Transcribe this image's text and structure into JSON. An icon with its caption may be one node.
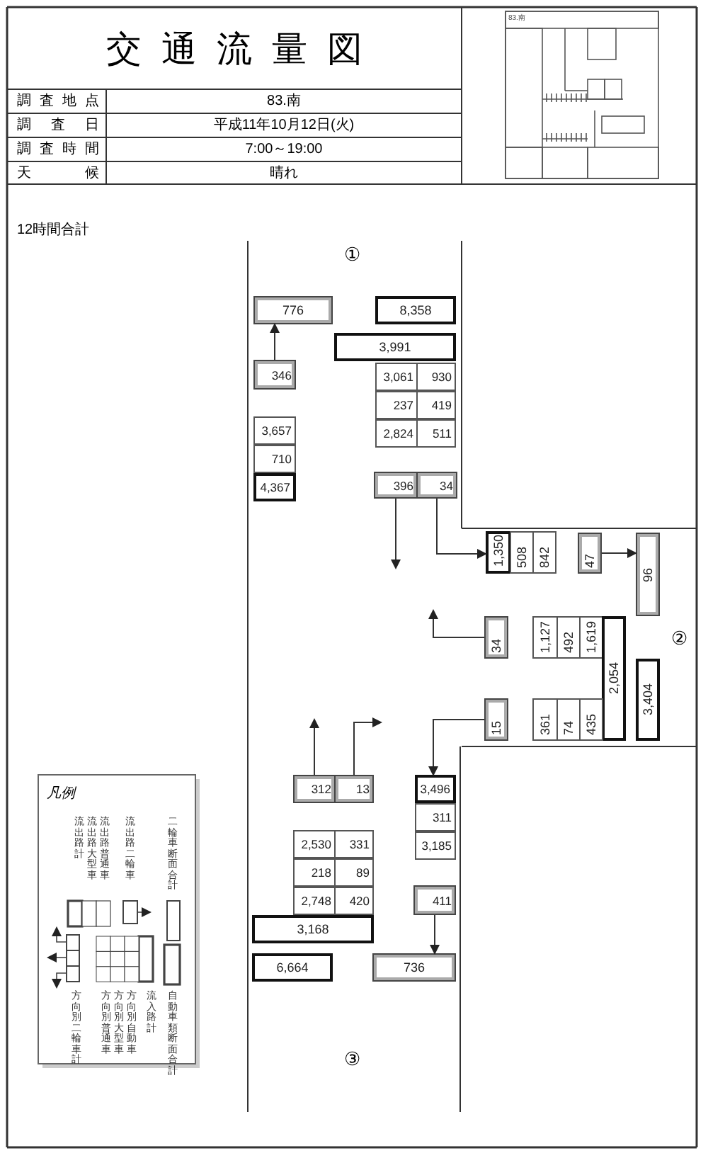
{
  "diagram": {
    "title": "交通流量図",
    "nodes": [
      {
        "text": [
          "776"
        ]
      },
      {
        "text": [
          "8,358"
        ]
      },
      {
        "text": [
          "3,991"
        ]
      },
      {
        "text": [
          "346"
        ]
      },
      {
        "text": [
          "3,061"
        ]
      },
      {
        "text": [
          "930"
        ]
      },
      {
        "text": [
          "237"
        ]
      },
      {
        "text": [
          "419"
        ]
      },
      {
        "text": [
          "2,824"
        ]
      },
      {
        "text": [
          "511"
        ]
      },
      {
        "text": [
          "3,657"
        ]
      },
      {
        "text": [
          "710"
        ]
      },
      {
        "text": [
          "4,367"
        ]
      },
      {
        "text": [
          "396"
        ]
      },
      {
        "text": [
          "34"
        ]
      },
      {
        "text": [
          "1,350"
        ]
      },
      {
        "text": [
          "508"
        ]
      },
      {
        "text": [
          "842"
        ]
      },
      {
        "text": [
          "47"
        ]
      },
      {
        "text": [
          "96"
        ]
      },
      {
        "text": [
          "34"
        ]
      },
      {
        "text": [
          "1,127"
        ]
      },
      {
        "text": [
          "492"
        ]
      },
      {
        "text": [
          "1,619"
        ]
      },
      {
        "text": [
          "2,054"
        ]
      },
      {
        "text": [
          "3,404"
        ]
      },
      {
        "text": [
          "15"
        ]
      },
      {
        "text": [
          "361"
        ]
      },
      {
        "text": [
          "74"
        ]
      },
      {
        "text": [
          "435"
        ]
      },
      {
        "text": [
          "312"
        ]
      },
      {
        "text": [
          "13"
        ]
      },
      {
        "text": [
          "3,496"
        ]
      },
      {
        "text": [
          "311"
        ]
      },
      {
        "text": [
          "3,185"
        ]
      },
      {
        "text": [
          "2,530"
        ]
      },
      {
        "text": [
          "331"
        ]
      },
      {
        "text": [
          "218"
        ]
      },
      {
        "text": [
          "89"
        ]
      },
      {
        "text": [
          "2,748"
        ]
      },
      {
        "text": [
          "420"
        ]
      },
      {
        "text": [
          "411"
        ]
      },
      {
        "text": [
          "3,168"
        ]
      },
      {
        "text": [
          "6,664"
        ]
      },
      {
        "text": [
          "736"
        ]
      }
    ],
    "edges": [
      {
        "from": 3,
        "to": 0,
        "arrow": "to"
      },
      {
        "from": 13,
        "to": null,
        "arrow": "to"
      },
      {
        "from": 14,
        "to": 15,
        "arrow": "to"
      },
      {
        "from": 18,
        "to": 19,
        "arrow": "to"
      },
      {
        "from": 20,
        "to": null,
        "arrow": "to"
      },
      {
        "from": 26,
        "to": 32,
        "arrow": "to"
      },
      {
        "from": 30,
        "to": null,
        "arrow": "to"
      },
      {
        "from": 31,
        "to": null,
        "arrow": "to"
      },
      {
        "from": 41,
        "to": 44,
        "arrow": "to"
      }
    ],
    "labels": [
      "調査地点",
      "83.南",
      "調査日",
      "平成11年10月12日(火)",
      "調査時間",
      "7:00～19:00",
      "天候",
      "晴れ",
      "83.南",
      "12時間合計",
      "①",
      "②",
      "③",
      "凡例"
    ],
    "legend": [
      {
        "text": "二輪車断面合計"
      },
      {
        "text": "流出路二輪車"
      },
      {
        "text": "流出路普通車"
      },
      {
        "text": "流出路大型車"
      },
      {
        "text": "流出路計"
      },
      {
        "text": "自動車類断面合計"
      },
      {
        "text": "流入路計"
      },
      {
        "text": "方向別自動車"
      },
      {
        "text": "方向別大型車"
      },
      {
        "text": "方向別普通車"
      },
      {
        "text": "方向別二輪車計"
      }
    ]
  }
}
